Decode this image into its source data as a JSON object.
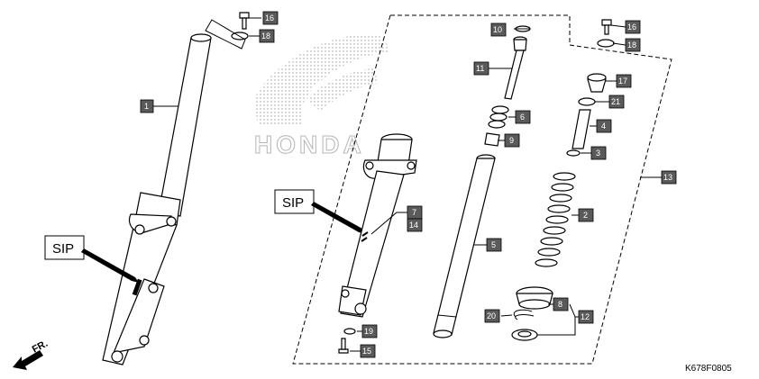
{
  "labels": {
    "sip": "SIP",
    "front_direction": "FR.",
    "watermark": "HONDA",
    "figure_code": "K678F0805"
  },
  "callouts": [
    {
      "id": "c16a",
      "n": "16"
    },
    {
      "id": "c18a",
      "n": "18"
    },
    {
      "id": "c1",
      "n": "1"
    },
    {
      "id": "c10",
      "n": "10"
    },
    {
      "id": "c11",
      "n": "11"
    },
    {
      "id": "c6",
      "n": "6"
    },
    {
      "id": "c9",
      "n": "9"
    },
    {
      "id": "c7",
      "n": "7"
    },
    {
      "id": "c14",
      "n": "14"
    },
    {
      "id": "c5",
      "n": "5"
    },
    {
      "id": "c19",
      "n": "19"
    },
    {
      "id": "c15",
      "n": "15"
    },
    {
      "id": "c16b",
      "n": "16"
    },
    {
      "id": "c18b",
      "n": "18"
    },
    {
      "id": "c17",
      "n": "17"
    },
    {
      "id": "c21",
      "n": "21"
    },
    {
      "id": "c4",
      "n": "4"
    },
    {
      "id": "c3",
      "n": "3"
    },
    {
      "id": "c13",
      "n": "13"
    },
    {
      "id": "c2",
      "n": "2"
    },
    {
      "id": "c8",
      "n": "8"
    },
    {
      "id": "c12",
      "n": "12"
    },
    {
      "id": "c20",
      "n": "20"
    }
  ]
}
